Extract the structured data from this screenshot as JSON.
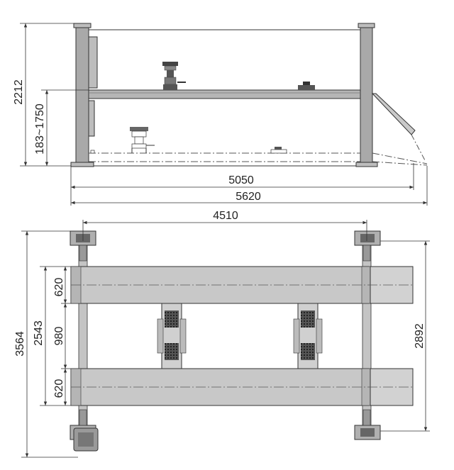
{
  "colors": {
    "line": "#333333",
    "steel": "#a9a9a9",
    "steel_dark": "#7a7a7a",
    "runway": "#c8c8c8",
    "ramp": "#d2d2d2",
    "background": "#ffffff"
  },
  "side_view": {
    "dimensions": {
      "overall_height": "2212",
      "lift_height_range": "183~1750",
      "inner_length": "5050",
      "overall_length": "5620"
    }
  },
  "top_view": {
    "dimensions": {
      "post_spacing_length": "4510",
      "overall_width": "3564",
      "outer_runway_width": "2543",
      "runway_width_upper": "620",
      "runway_gap": "980",
      "runway_width_lower": "620",
      "post_spacing_width": "2892"
    }
  }
}
